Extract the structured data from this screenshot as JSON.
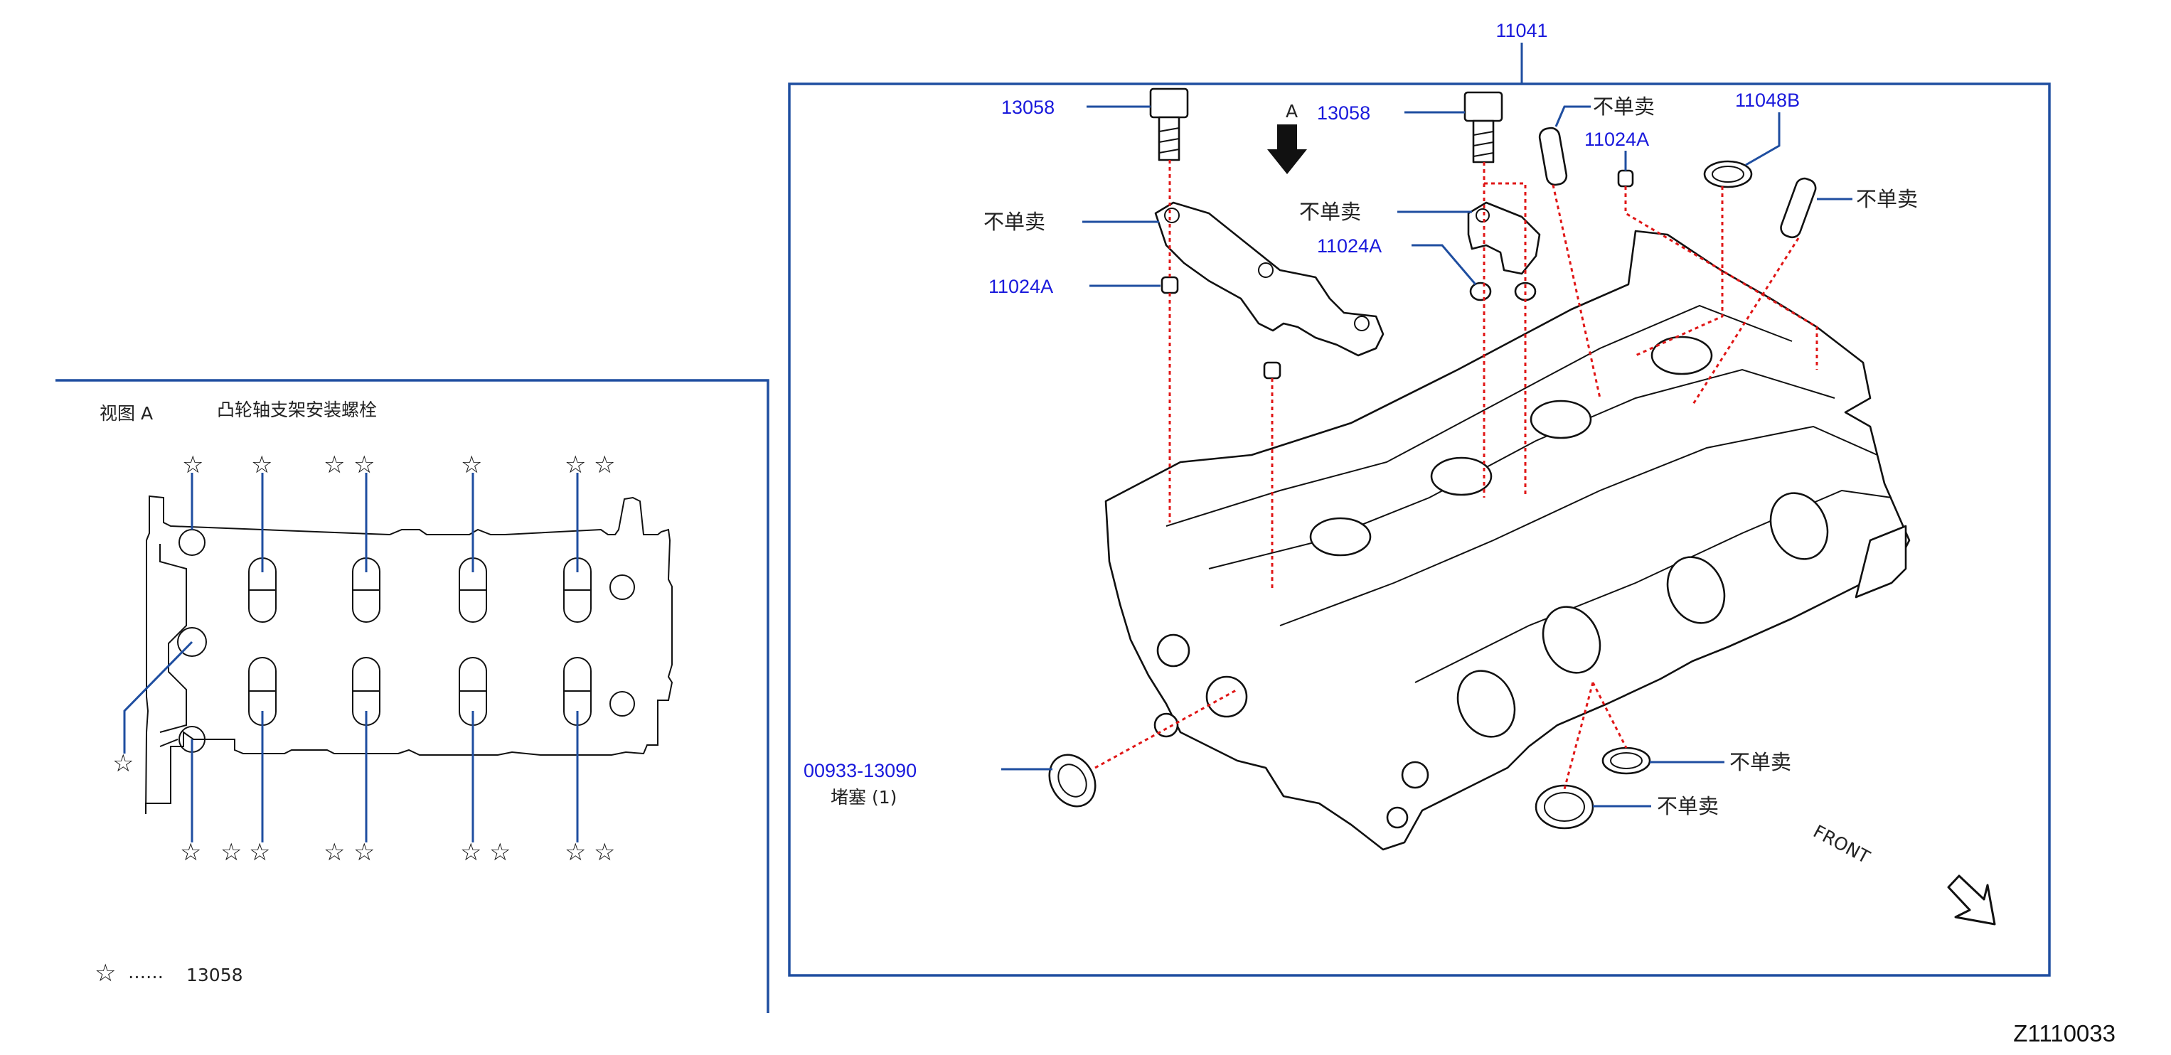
{
  "diagram": {
    "main_part_number": "11041",
    "figure_code": "Z1110033",
    "view_arrow_label": "A",
    "front_label": "FRONT",
    "callouts": {
      "bolt_left": "13058",
      "bolt_right": "13058",
      "dowel_left": "11024A",
      "dowel_right": "11024A",
      "dowel_top": "11024A",
      "seal": "11048B",
      "plug_number": "00933-13090",
      "plug_name": "堵塞 (1)",
      "not_sold_bracket_left": "不单卖",
      "not_sold_bracket_right": "不单卖",
      "not_sold_guide_top": "不单卖",
      "not_sold_guide_right": "不单卖",
      "not_sold_ring_lower": "不单卖",
      "not_sold_ring_bottom": "不单卖"
    },
    "view_a": {
      "title": "视图 A",
      "subtitle": "凸轮轴支架安装螺栓",
      "legend_symbol": "☆",
      "legend_dots": "……",
      "legend_part": "13058"
    }
  },
  "colors": {
    "frame_blue": "#1f4ea0",
    "part_number_blue": "#1a1adc",
    "dashed_red": "#e01616"
  }
}
